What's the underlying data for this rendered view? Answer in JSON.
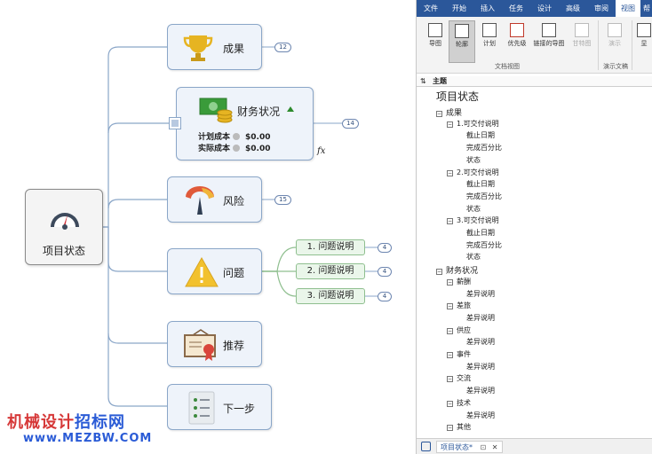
{
  "map": {
    "central": {
      "label": "项目状态",
      "icon": "gauge-icon"
    },
    "topics": [
      {
        "id": "achievements",
        "label": "成果",
        "icon": "trophy-icon",
        "badge": "12"
      },
      {
        "id": "finance",
        "label": "财务状况",
        "icon": "money-icon",
        "badge": "14",
        "planned_cost_label": "计划成本",
        "planned_cost_value": "$0.00",
        "actual_cost_label": "实际成本",
        "actual_cost_value": "$0.00",
        "formula": "fx"
      },
      {
        "id": "risk",
        "label": "风险",
        "icon": "gauge-icon",
        "badge": "15"
      },
      {
        "id": "issues",
        "label": "问题",
        "icon": "warning-icon",
        "subtopics": [
          {
            "label": "1. 问题说明",
            "badge": "4"
          },
          {
            "label": "2. 问题说明",
            "badge": "4"
          },
          {
            "label": "3. 问题说明",
            "badge": "4"
          }
        ]
      },
      {
        "id": "recommend",
        "label": "推荐",
        "icon": "certificate-icon"
      },
      {
        "id": "next",
        "label": "下一步",
        "icon": "checklist-icon"
      }
    ],
    "watermark": {
      "line1_red": "机械设计",
      "line1_blue": "招标网",
      "line2": "www.MEZBW.COM"
    }
  },
  "ribbon": {
    "tabs": [
      "文件",
      "开始",
      "插入",
      "任务",
      "设计",
      "高级",
      "审阅",
      "视图",
      "帮"
    ],
    "active_tab": "视图",
    "buttons": [
      {
        "label": "导图",
        "icon": "map-icon"
      },
      {
        "label": "轮廓",
        "icon": "outline-icon",
        "active": true
      },
      {
        "label": "计划",
        "icon": "calendar-icon"
      },
      {
        "label": "优先级",
        "icon": "priority-icon"
      },
      {
        "label": "链接的导图",
        "icon": "linked-map-icon"
      },
      {
        "label": "甘特图",
        "icon": "gantt-icon",
        "disabled": true
      },
      {
        "label": "演示",
        "icon": "present-icon",
        "disabled": true
      },
      {
        "label": "显",
        "icon": "show-icon"
      }
    ],
    "groups": [
      "文档视图",
      "演示文稿"
    ]
  },
  "outline": {
    "header": "主题",
    "title": "项目状态",
    "rows": [
      {
        "level": 1,
        "text": "成果",
        "toggle": "⊟"
      },
      {
        "level": 2,
        "text": "1.可交付说明",
        "toggle": "⊟"
      },
      {
        "level": 3,
        "text": "截止日期"
      },
      {
        "level": 3,
        "text": "完成百分比"
      },
      {
        "level": 3,
        "text": "状态"
      },
      {
        "level": 2,
        "text": "2.可交付说明",
        "toggle": "⊟"
      },
      {
        "level": 3,
        "text": "截止日期"
      },
      {
        "level": 3,
        "text": "完成百分比"
      },
      {
        "level": 3,
        "text": "状态"
      },
      {
        "level": 2,
        "text": "3.可交付说明",
        "toggle": "⊟"
      },
      {
        "level": 3,
        "text": "截止日期"
      },
      {
        "level": 3,
        "text": "完成百分比"
      },
      {
        "level": 3,
        "text": "状态"
      },
      {
        "level": 1,
        "text": "财务状况",
        "toggle": "⊟"
      },
      {
        "level": 2,
        "text": "薪酬",
        "toggle": "⊟"
      },
      {
        "level": 3,
        "text": "差异说明"
      },
      {
        "level": 2,
        "text": "差旅",
        "toggle": "⊟"
      },
      {
        "level": 3,
        "text": "差异说明"
      },
      {
        "level": 2,
        "text": "供应",
        "toggle": "⊟"
      },
      {
        "level": 3,
        "text": "差异说明"
      },
      {
        "level": 2,
        "text": "事件",
        "toggle": "⊟"
      },
      {
        "level": 3,
        "text": "差异说明"
      },
      {
        "level": 2,
        "text": "交流",
        "toggle": "⊟"
      },
      {
        "level": 3,
        "text": "差异说明"
      },
      {
        "level": 2,
        "text": "技术",
        "toggle": "⊟"
      },
      {
        "level": 3,
        "text": "差异说明"
      },
      {
        "level": 2,
        "text": "其他",
        "toggle": "⊟"
      }
    ]
  },
  "document_tab": {
    "label": "项目状态*"
  },
  "colors": {
    "ribbon_blue": "#2b579a",
    "node_fill": "#eef3fa",
    "node_border": "#8aa6c8",
    "sub_fill": "#eaf6ea"
  }
}
